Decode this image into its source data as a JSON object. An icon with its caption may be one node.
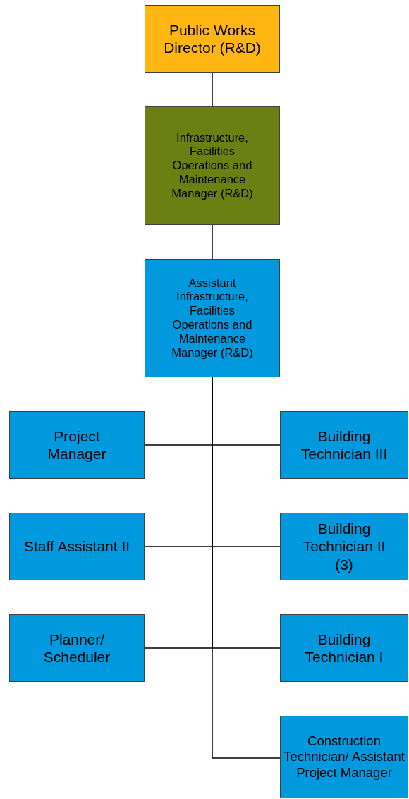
{
  "diagram": {
    "nodes": [
      {
        "text": [
          "Public Works Director (R&D)"
        ]
      },
      {
        "text": [
          "Infrastructure, Facilities Operations and Maintenance Manager (R&D)"
        ]
      },
      {
        "text": [
          "Assistant Infrastructure, Facilities Operations and Maintenance Manager (R&D)"
        ]
      },
      {
        "text": [
          "Project Manager"
        ]
      },
      {
        "text": [
          "Building Technician III"
        ]
      },
      {
        "text": [
          "Staff Assistant II"
        ]
      },
      {
        "text": [
          "Building Technician II (3)"
        ]
      },
      {
        "text": [
          "Planner/ Scheduler"
        ]
      },
      {
        "text": [
          "Building Technician I"
        ]
      },
      {
        "text": [
          "Construction Technician/ Assistant Project Manager"
        ]
      }
    ],
    "edges": [
      {
        "from": 0,
        "to": 1,
        "arrow": "none"
      },
      {
        "from": 1,
        "to": 2,
        "arrow": "none"
      },
      {
        "from": 2,
        "to": 3,
        "arrow": "none"
      },
      {
        "from": 2,
        "to": 4,
        "arrow": "none"
      },
      {
        "from": 2,
        "to": 5,
        "arrow": "none"
      },
      {
        "from": 2,
        "to": 6,
        "arrow": "none"
      },
      {
        "from": 2,
        "to": 7,
        "arrow": "none"
      },
      {
        "from": 2,
        "to": 8,
        "arrow": "none"
      },
      {
        "from": 2,
        "to": 9,
        "arrow": "none"
      }
    ]
  }
}
